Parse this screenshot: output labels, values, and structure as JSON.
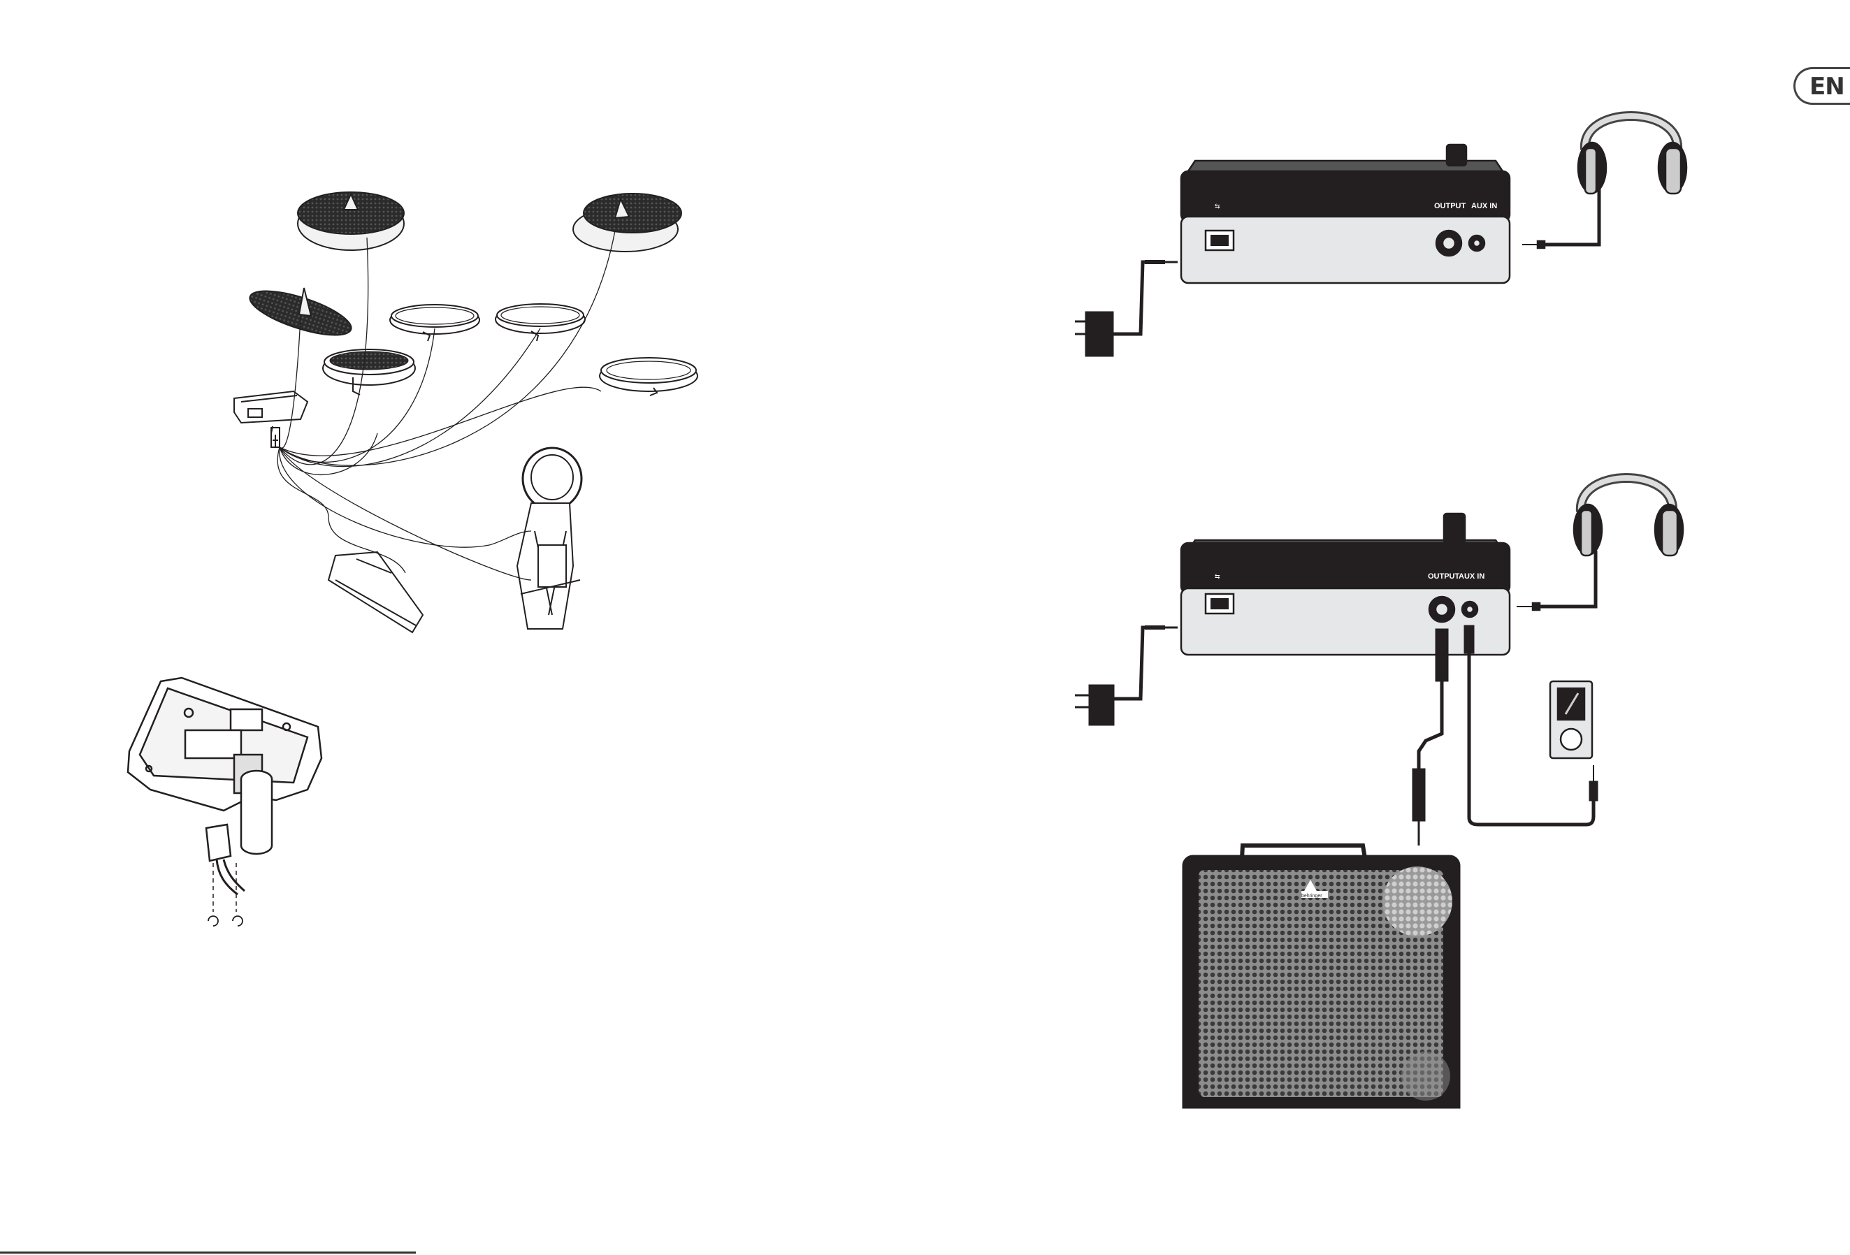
{
  "language_badge": "EN",
  "rear_panel_top": {
    "output_label": "OUTPUT",
    "aux_label": "AUX IN"
  },
  "rear_panel_bottom": {
    "output_label": "OUTPUT",
    "aux_label": "AUX IN"
  },
  "amplifier": {
    "brand": "behringer"
  },
  "colors": {
    "ink": "#231f20",
    "panel": "#e6e7e8",
    "amp_grille": "#8d8d8d",
    "line": "#333333"
  },
  "icons": [
    "usb-icon",
    "headphones-icon",
    "power-adapter-icon",
    "media-player-icon",
    "jack-plug-icon"
  ]
}
